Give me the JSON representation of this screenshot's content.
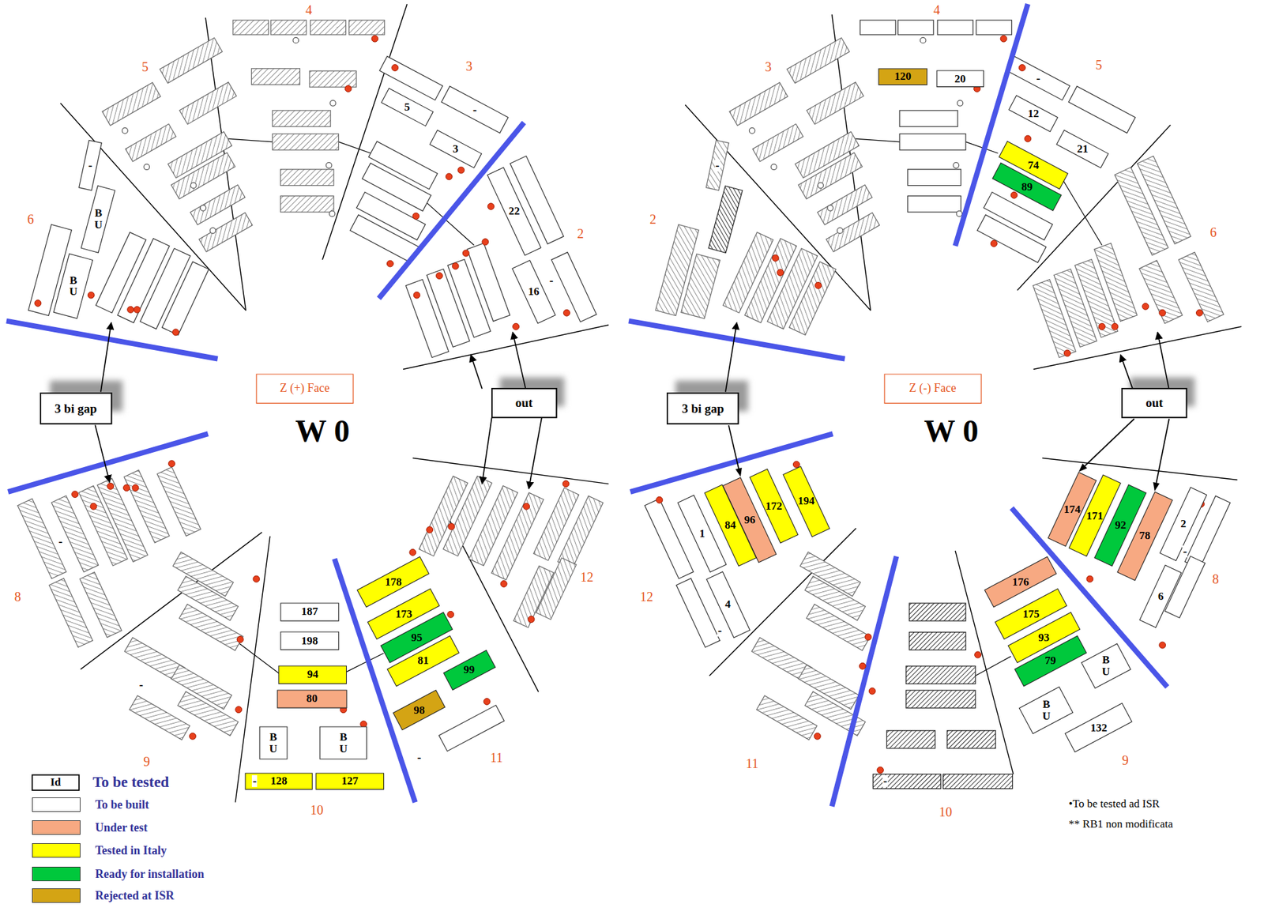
{
  "diagram": {
    "nodes": [
      {
        "text": [
          "5"
        ]
      },
      {
        "text": [
          "3"
        ]
      },
      {
        "text": [
          "22"
        ]
      },
      {
        "text": [
          "16"
        ]
      },
      {
        "text": [
          "B U"
        ]
      },
      {
        "text": [
          "B U"
        ]
      },
      {
        "text": [
          "Z (+) Face"
        ]
      },
      {
        "text": [
          "3 bi gap"
        ]
      },
      {
        "text": [
          "out"
        ]
      },
      {
        "text": [
          "178"
        ]
      },
      {
        "text": [
          "187"
        ]
      },
      {
        "text": [
          "173"
        ]
      },
      {
        "text": [
          "198"
        ]
      },
      {
        "text": [
          "95"
        ]
      },
      {
        "text": [
          "81"
        ]
      },
      {
        "text": [
          "94"
        ]
      },
      {
        "text": [
          "99"
        ]
      },
      {
        "text": [
          "80"
        ]
      },
      {
        "text": [
          "98"
        ]
      },
      {
        "text": [
          "B U"
        ]
      },
      {
        "text": [
          "B U"
        ]
      },
      {
        "text": [
          "128"
        ]
      },
      {
        "text": [
          "127"
        ]
      },
      {
        "text": [
          "120"
        ]
      },
      {
        "text": [
          "20"
        ]
      },
      {
        "text": [
          "12"
        ]
      },
      {
        "text": [
          "21"
        ]
      },
      {
        "text": [
          "74"
        ]
      },
      {
        "text": [
          "89"
        ]
      },
      {
        "text": [
          "Z (-) Face"
        ]
      },
      {
        "text": [
          "3 bi gap"
        ]
      },
      {
        "text": [
          "out"
        ]
      },
      {
        "text": [
          "174"
        ]
      },
      {
        "text": [
          "1"
        ]
      },
      {
        "text": [
          "172"
        ]
      },
      {
        "text": [
          "194"
        ]
      },
      {
        "text": [
          "96"
        ]
      },
      {
        "text": [
          "171"
        ]
      },
      {
        "text": [
          "92"
        ]
      },
      {
        "text": [
          "84"
        ]
      },
      {
        "text": [
          "78"
        ]
      },
      {
        "text": [
          "2"
        ]
      },
      {
        "text": [
          "176"
        ]
      },
      {
        "text": [
          "4"
        ]
      },
      {
        "text": [
          "6"
        ]
      },
      {
        "text": [
          "175"
        ]
      },
      {
        "text": [
          "93"
        ]
      },
      {
        "text": [
          "79"
        ]
      },
      {
        "text": [
          "B U"
        ]
      },
      {
        "text": [
          "B U"
        ]
      },
      {
        "text": [
          "132"
        ]
      }
    ],
    "edges": [
      {
        "from": 30,
        "to": 36,
        "arrow": "to"
      },
      {
        "from": 31,
        "to": 32,
        "arrow": "to"
      },
      {
        "from": 31,
        "to": 40,
        "arrow": "to"
      }
    ],
    "labels": [
      "4",
      "5",
      "3",
      "6",
      "2",
      "8",
      "12",
      "9",
      "10",
      "11",
      "W 0",
      "-",
      "-",
      "-",
      "-",
      "-",
      "-",
      "-",
      "4",
      "3",
      "5",
      "2",
      "6",
      "12",
      "8",
      "11",
      "10",
      "9",
      "W 0",
      "-",
      "-",
      "-",
      "-",
      "-",
      "•To be tested ad ISR",
      "** RB1 non modificata",
      "Id"
    ],
    "legend": [
      {
        "text": "To be tested"
      },
      {
        "text": "To be built",
        "color": "#ffffff"
      },
      {
        "text": "Under test",
        "color": "#f7a982"
      },
      {
        "text": "Tested in Italy",
        "color": "#ffff00"
      },
      {
        "text": "Ready for installation",
        "color": "#00c83c"
      },
      {
        "text": "Rejected at ISR",
        "color": "#d4a414"
      }
    ]
  }
}
